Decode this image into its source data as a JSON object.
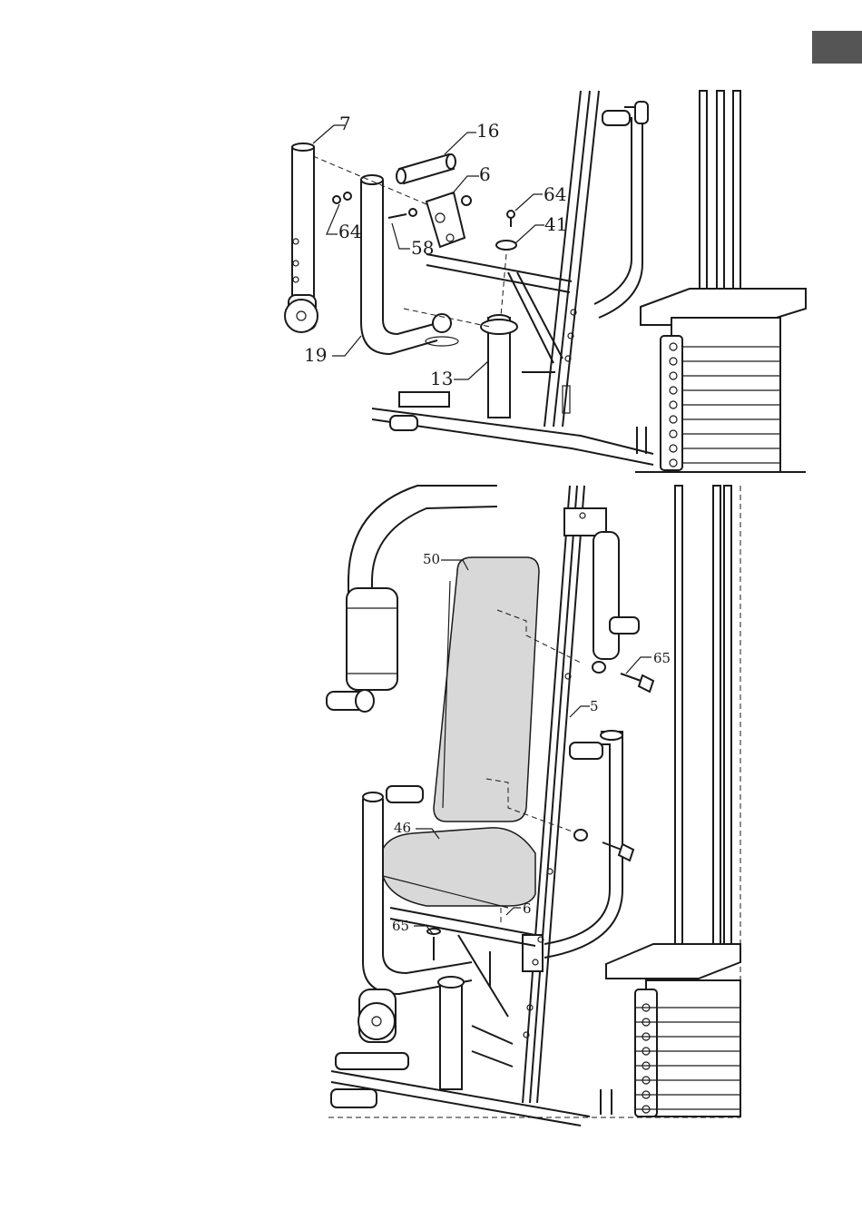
{
  "tab_color": "#555555",
  "callouts_top": [
    {
      "id": "c7",
      "text": "7"
    },
    {
      "id": "c16",
      "text": "16"
    },
    {
      "id": "c6",
      "text": "6"
    },
    {
      "id": "c64a",
      "text": "64"
    },
    {
      "id": "c41",
      "text": "41"
    },
    {
      "id": "c64b",
      "text": "64"
    },
    {
      "id": "c58",
      "text": "58"
    },
    {
      "id": "c19",
      "text": "19"
    },
    {
      "id": "c13",
      "text": "13"
    }
  ],
  "callouts_bottom": [
    {
      "id": "d50",
      "text": "50"
    },
    {
      "id": "d65a",
      "text": "65"
    },
    {
      "id": "d5",
      "text": "5"
    },
    {
      "id": "d46",
      "text": "46"
    },
    {
      "id": "d6",
      "text": "6"
    },
    {
      "id": "d65b",
      "text": "65"
    }
  ]
}
